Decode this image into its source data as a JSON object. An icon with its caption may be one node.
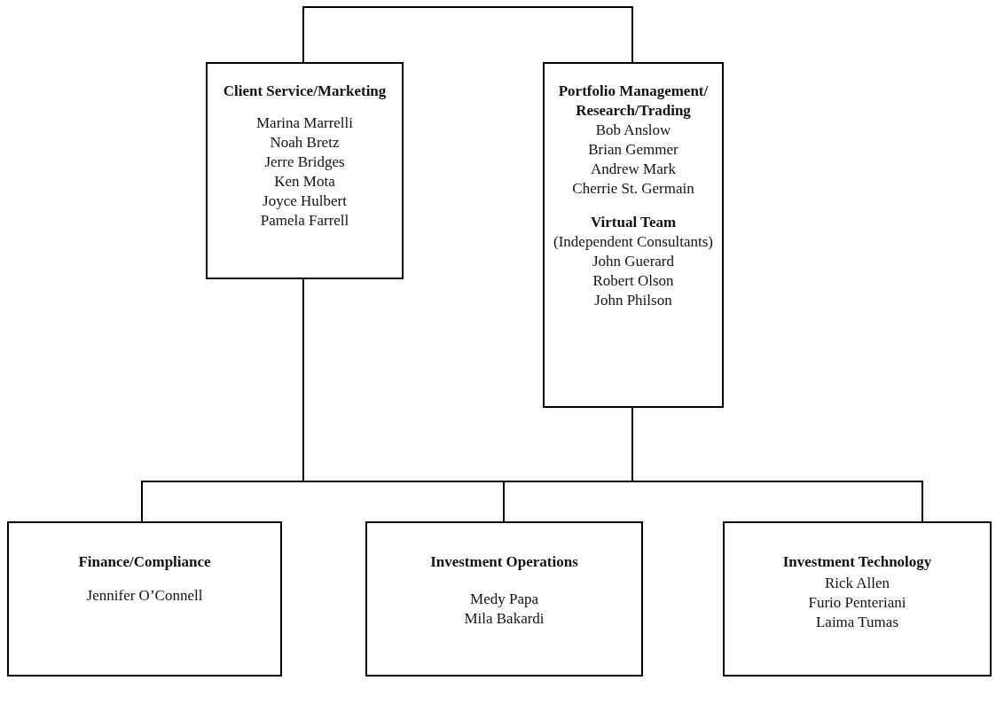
{
  "diagram": {
    "nodes": [
      {
        "text": [
          "Client Service/Marketing",
          "Marina Marrelli",
          "Noah Bretz",
          "Jerre Bridges",
          "Ken Mota",
          "Joyce Hulbert",
          "Pamela Farrell"
        ]
      },
      {
        "text": [
          "Portfolio Management/ Research/Trading",
          "Bob Anslow",
          "Brian Gemmer",
          "Andrew Mark",
          "Cherrie St. Germain",
          "Virtual Team",
          "(Independent Consultants)",
          "John Guerard",
          "Robert Olson",
          "John Philson"
        ]
      },
      {
        "text": [
          "Finance/Compliance",
          "Jennifer O’Connell"
        ]
      },
      {
        "text": [
          "Investment Operations",
          "Medy Papa",
          "Mila Bakardi"
        ]
      },
      {
        "text": [
          "Investment Technology",
          "Rick Allen",
          "Furio Penteriani",
          "Laima Tumas"
        ]
      }
    ],
    "edges": [
      {
        "from": 0,
        "to": 1,
        "arrow": "none"
      },
      {
        "from": 0,
        "to": 2,
        "arrow": "none"
      },
      {
        "from": 0,
        "to": 3,
        "arrow": "none"
      },
      {
        "from": 0,
        "to": 4,
        "arrow": "none"
      },
      {
        "from": 1,
        "to": 2,
        "arrow": "none"
      },
      {
        "from": 1,
        "to": 3,
        "arrow": "none"
      },
      {
        "from": 1,
        "to": 4,
        "arrow": "none"
      }
    ]
  }
}
